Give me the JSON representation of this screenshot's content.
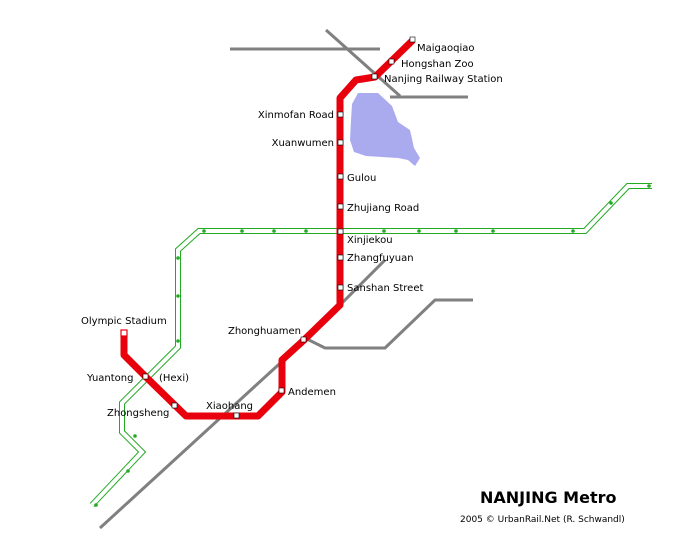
{
  "map": {
    "title": "NANJING Metro",
    "credit": "2005 © UrbanRail.Net (R. Schwandl)",
    "colors": {
      "line1": "#e8000d",
      "green_line": "#22aa22",
      "railway": "#808080",
      "lake": "#aaaaee"
    },
    "stations": {
      "maigaoqiao": "Maigaoqiao",
      "hongshan_zoo": "Hongshan Zoo",
      "nanjing_railway_station": "Nanjing Railway Station",
      "xinmofan_road": "Xinmofan Road",
      "xuanwumen": "Xuanwumen",
      "gulou": "Gulou",
      "zhujiang_road": "Zhujiang Road",
      "xinjiekou": "Xinjiekou",
      "zhangfuyuan": "Zhangfuyuan",
      "sanshan_street": "Sanshan Street",
      "zhonghuamen": "Zhonghuamen",
      "andemen": "Andemen",
      "xiaohang": "Xiaohang",
      "zhongsheng": "Zhongsheng",
      "yuantong": "Yuantong",
      "hexi": "(Hexi)",
      "olympic_stadium": "Olympic Stadium"
    }
  }
}
